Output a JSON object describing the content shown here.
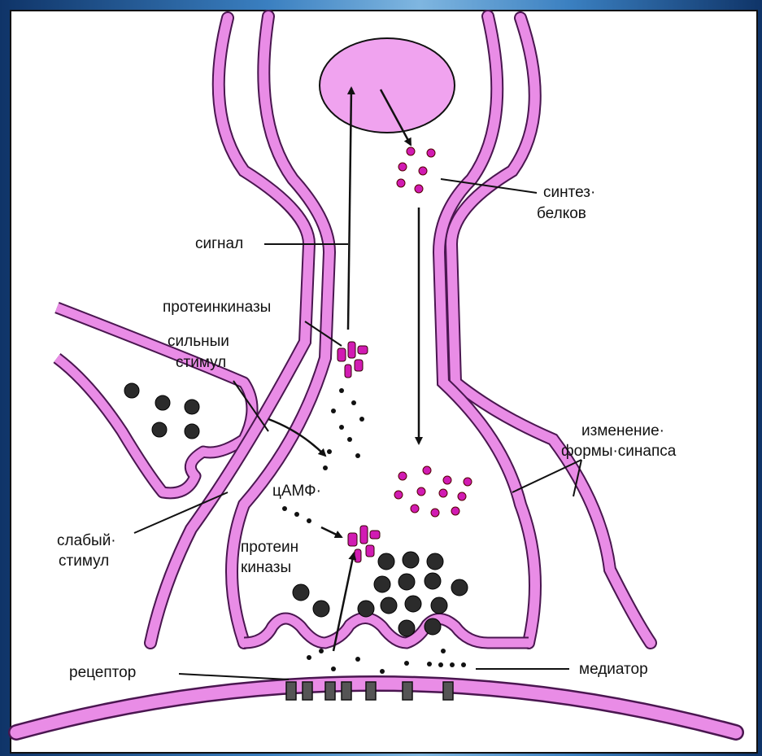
{
  "labels": {
    "signal": "сигнал",
    "protein_kinases_top": "протеинкиназы",
    "strong_stimulus_1": "сильныи",
    "strong_stimulus_2": "стимул",
    "camp": "цАМФ·",
    "weak_stimulus_1": "слабый·",
    "weak_stimulus_2": "стимул",
    "protein_kinases_low_1": "протеин",
    "protein_kinases_low_2": "киназы",
    "receptor": "рецептор",
    "mediator": "медиатор",
    "protein_synthesis_1": "синтез·",
    "protein_synthesis_2": "белков",
    "synapse_change_1": "изменение·",
    "synapse_change_2": "формы·синапса"
  },
  "colors": {
    "membrane": "#e98ce6",
    "membrane_outline": "#4a1650",
    "nucleus": "#f0a3ef",
    "granule": "#d11bb3",
    "vesicle": "#2b2b2b",
    "ink": "#111111"
  }
}
